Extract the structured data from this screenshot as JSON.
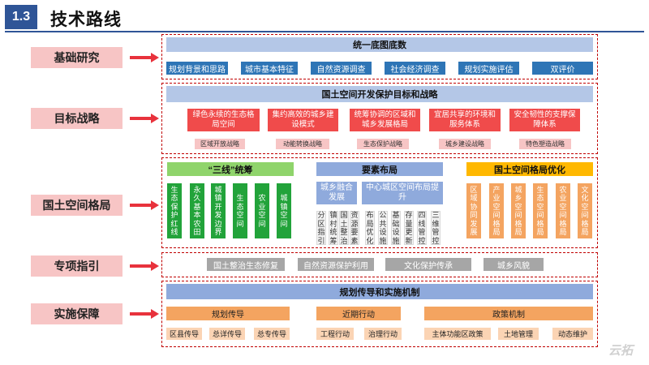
{
  "header": {
    "number": "1.3",
    "title": "技术路线"
  },
  "labels": [
    "基础研究",
    "目标战略",
    "国土空间格局",
    "专项指引",
    "实施保障"
  ],
  "basic": {
    "title": "统一底图底数",
    "items": [
      "规划背景和思路",
      "城市基本特征",
      "自然资源调查",
      "社会经济调查",
      "规划实施评估",
      "双评价"
    ]
  },
  "goal": {
    "title": "国土空间开发保护目标和战略",
    "items": [
      "绿色永续的生态格局空间",
      "集约高效的城乡建设模式",
      "统筹协调的区域和城乡发展格局",
      "宜居共享的环境和服务体系",
      "安全韧性的支撑保障体系"
    ],
    "tags": [
      "区域开放战略",
      "动能转换战略",
      "生态保护战略",
      "城乡建设战略",
      "特色塑造战略"
    ]
  },
  "pattern": {
    "left_title": "“三线”统筹",
    "left_cols": [
      "生态保护红线",
      "永久基本农田",
      "城镇开发边界",
      "生态空间",
      "农业空间",
      "城镇空间"
    ],
    "mid_title": "要素布局",
    "mid_sub": [
      "城乡融合发展",
      "中心城区空间布局提升"
    ],
    "mid_cols": [
      "分区指引",
      "镇村统筹",
      "国土整治",
      "资源要素",
      "布局优化",
      "公共设施",
      "基础设施",
      "存量更新",
      "四线管控",
      "三维管控"
    ],
    "right_title": "国土空间格局优化",
    "right_cols": [
      "区域协同发展",
      "产业空间格局",
      "城乡空间格局",
      "生态空间格局",
      "农业空间格局",
      "文化空间格局"
    ]
  },
  "special": {
    "items": [
      "国土整治生态修复",
      "自然资源保护利用",
      "文化保护传承",
      "城乡风貌"
    ]
  },
  "impl": {
    "title": "规划传导和实施机制",
    "groups": [
      {
        "name": "规划传导",
        "tags": [
          "区县传导",
          "总详传导",
          "总专传导"
        ]
      },
      {
        "name": "近期行动",
        "tags": [
          "工程行动",
          "治理行动"
        ]
      },
      {
        "name": "政策机制",
        "tags": [
          "主体功能区政策",
          "土地管理",
          "动态维护"
        ]
      }
    ]
  },
  "logo": "云拓",
  "colors": {
    "primary": "#2f5597",
    "accent_red": "#c00000",
    "label_pink": "#f7c5c5",
    "arrow": "#e8323c"
  }
}
